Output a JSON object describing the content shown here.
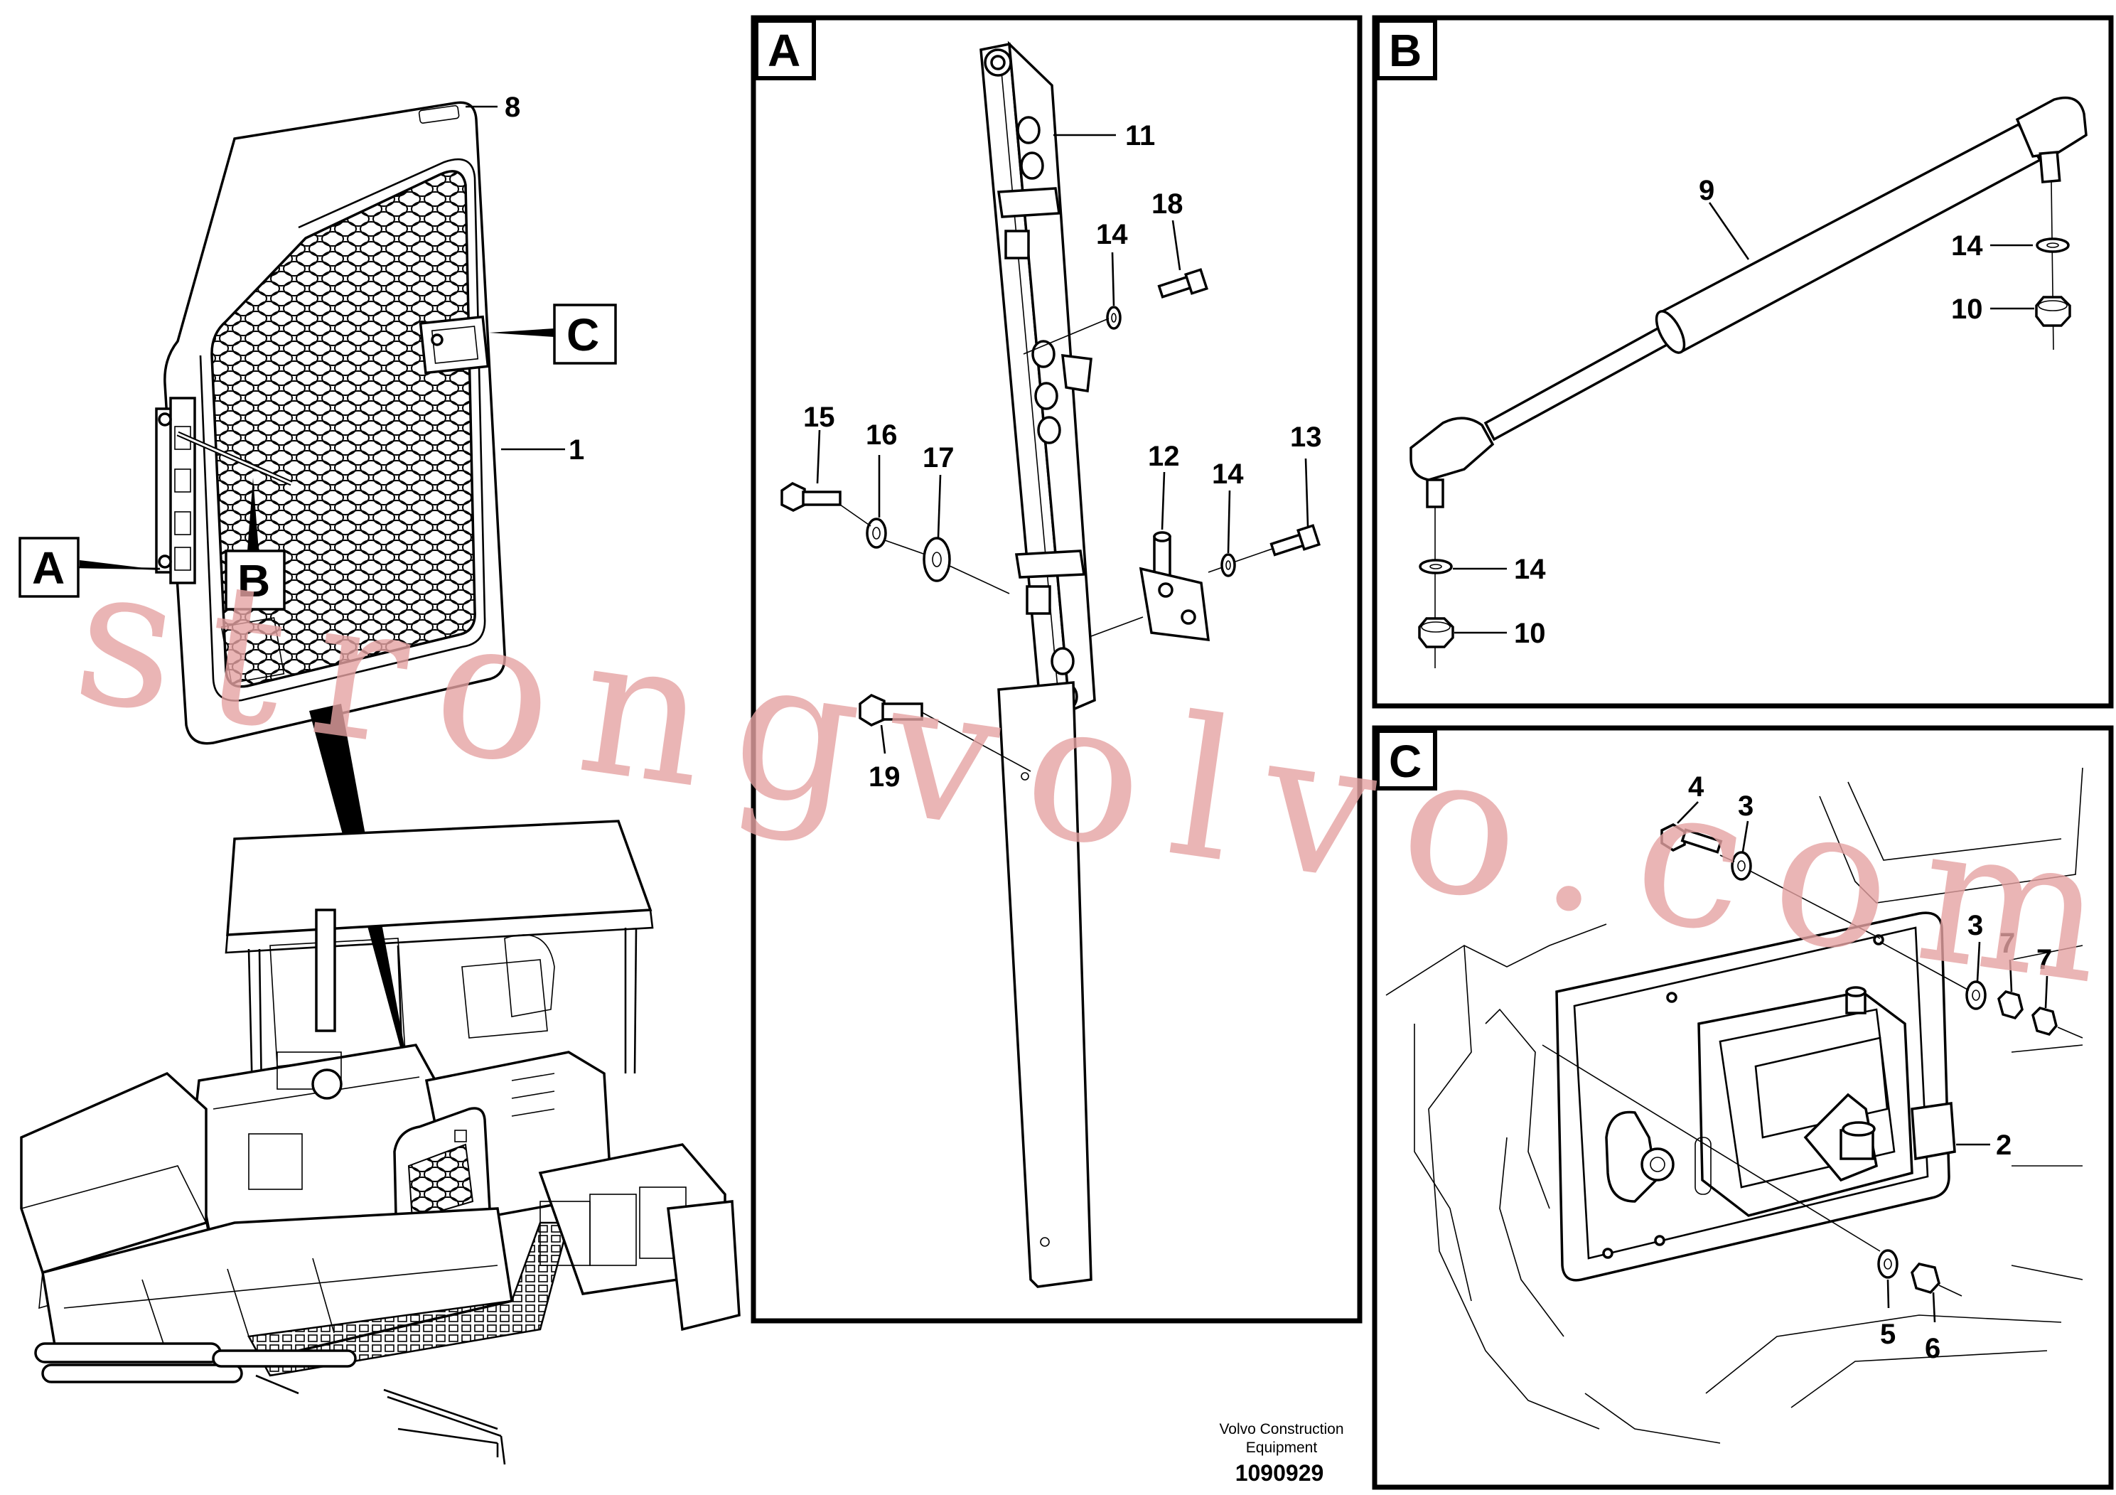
{
  "diagram": {
    "overview": {
      "callouts": {
        "a": "A",
        "b": "B",
        "c": "C"
      },
      "parts": {
        "p8": "8",
        "p1": "1"
      }
    },
    "panel_a": {
      "letter": "A",
      "parts": {
        "p11": "11",
        "p18": "18",
        "p14a": "14",
        "p15": "15",
        "p16": "16",
        "p17": "17",
        "p12": "12",
        "p14b": "14",
        "p13": "13",
        "p19": "19"
      }
    },
    "panel_b": {
      "letter": "B",
      "parts": {
        "p9": "9",
        "p14a": "14",
        "p10a": "10",
        "p14b": "14",
        "p10b": "10"
      }
    },
    "panel_c": {
      "letter": "C",
      "parts": {
        "p4": "4",
        "p3a": "3",
        "p3b": "3",
        "p7a": "7",
        "p7b": "7",
        "p2": "2",
        "p5": "5",
        "p6": "6"
      }
    }
  },
  "watermark": "strongvolvo.com",
  "footer": {
    "company_line1": "Volvo Construction",
    "company_line2": "Equipment",
    "drawing_number": "1090929"
  }
}
